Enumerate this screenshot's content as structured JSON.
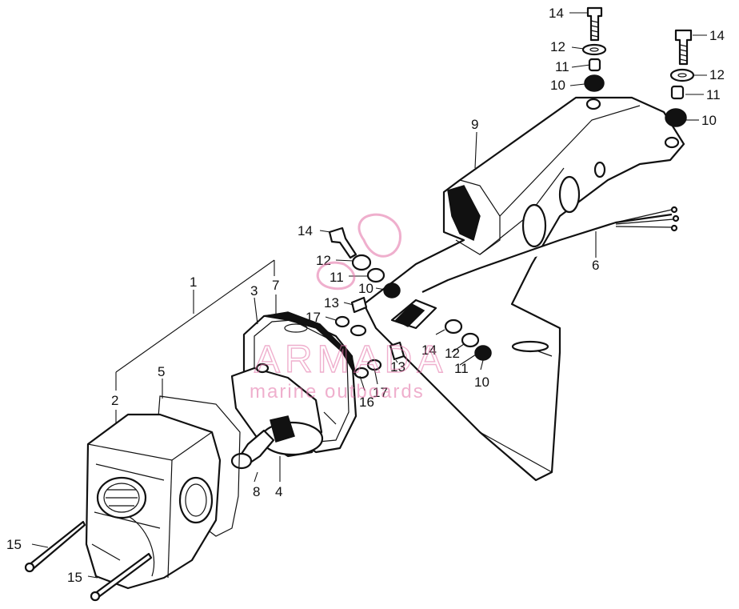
{
  "labels": [
    "1",
    "2",
    "3",
    "4",
    "5",
    "6",
    "7",
    "8",
    "9",
    "10",
    "11",
    "12",
    "13",
    "14",
    "15",
    "16",
    "17"
  ],
  "watermark": {
    "brand": "ARMADA",
    "tagline": "marine outboards",
    "color": "#e36fa6"
  },
  "colors": {
    "ink": "#111111",
    "paper": "#ffffff"
  }
}
